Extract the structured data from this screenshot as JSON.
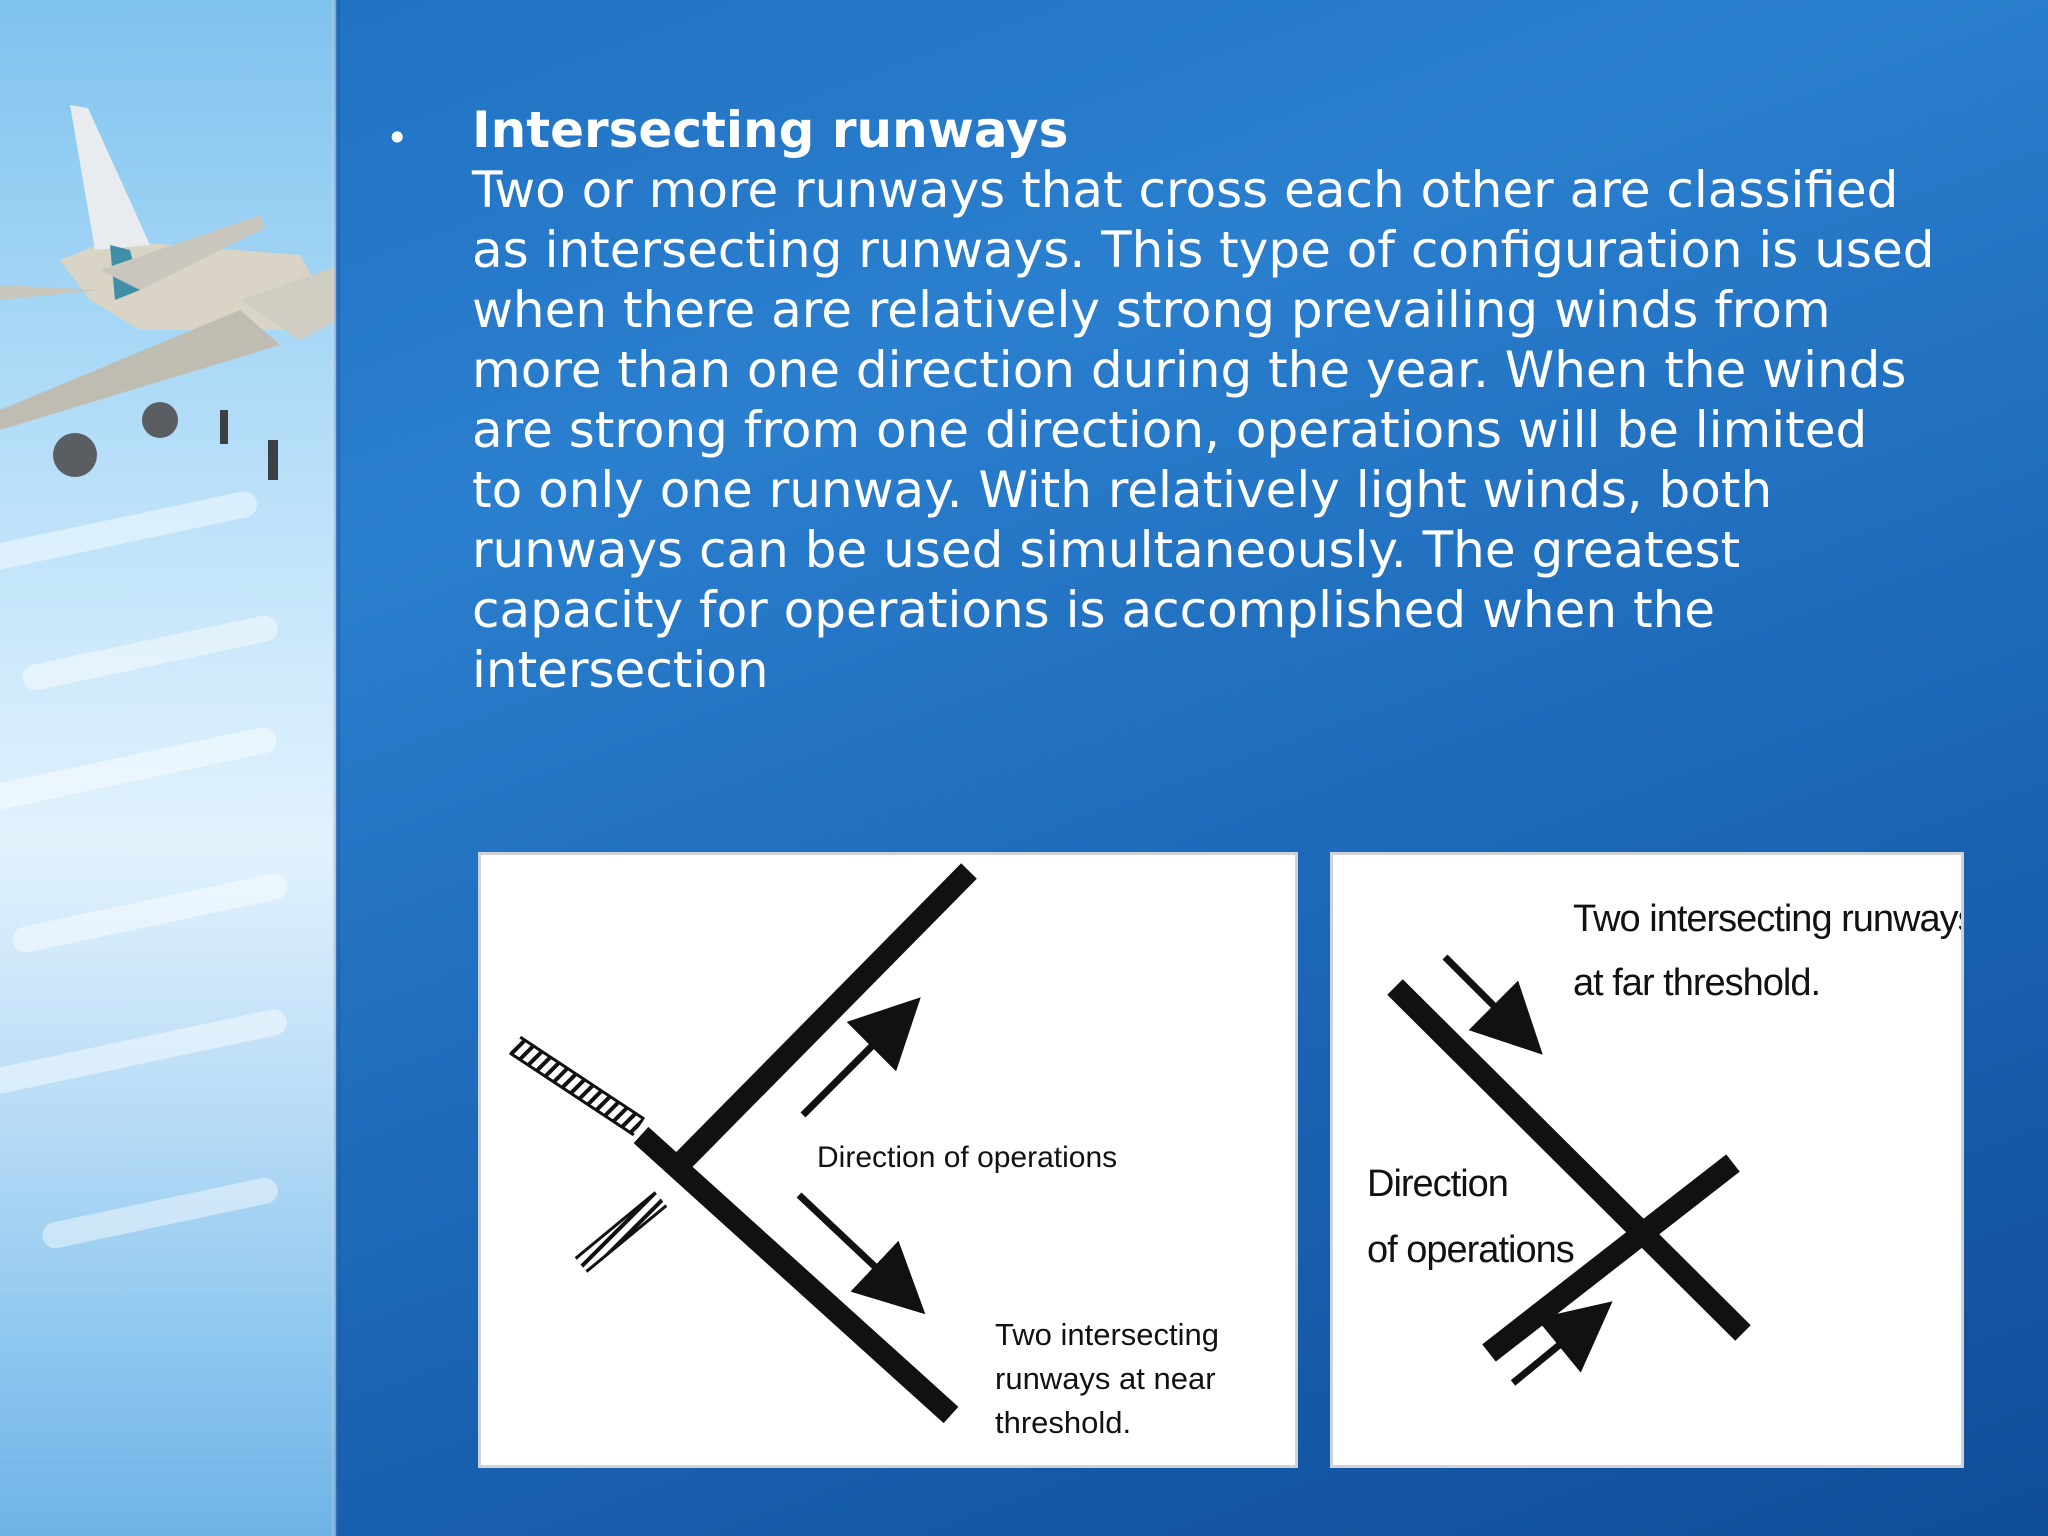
{
  "slide": {
    "bullet": "•",
    "heading": "Intersecting runways",
    "body_lines": [
      "Two or more runways that cross each other are classified",
      "as intersecting runways. This type of configuration is used",
      "when there are relatively strong prevailing winds from",
      "more than one direction during the year. When the winds",
      "are strong from one direction, operations will be limited",
      "to only one runway. With relatively light winds, both",
      "runways can be used simultaneously. The greatest",
      "capacity for operations is accomplished when the",
      "intersection"
    ]
  },
  "figure_near": {
    "direction_label": "Direction of operations",
    "caption_lines": [
      "Two intersecting",
      "runways at near",
      "threshold."
    ]
  },
  "figure_far": {
    "caption_lines": [
      "Two intersecting runways",
      "at far threshold."
    ],
    "direction_lines": [
      "Direction",
      "of operations"
    ]
  },
  "colors": {
    "text": "#ffffff",
    "background": "#1f6fc0",
    "diagram_ink": "#111111"
  }
}
